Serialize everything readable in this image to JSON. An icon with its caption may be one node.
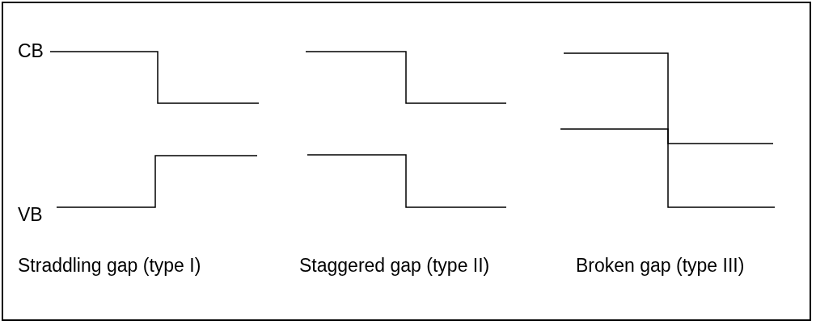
{
  "diagram": {
    "labels": [
      "CB",
      "VB",
      "Straddling gap (type I)",
      "Staggered gap (type II)",
      "Broken gap (type III)"
    ]
  }
}
